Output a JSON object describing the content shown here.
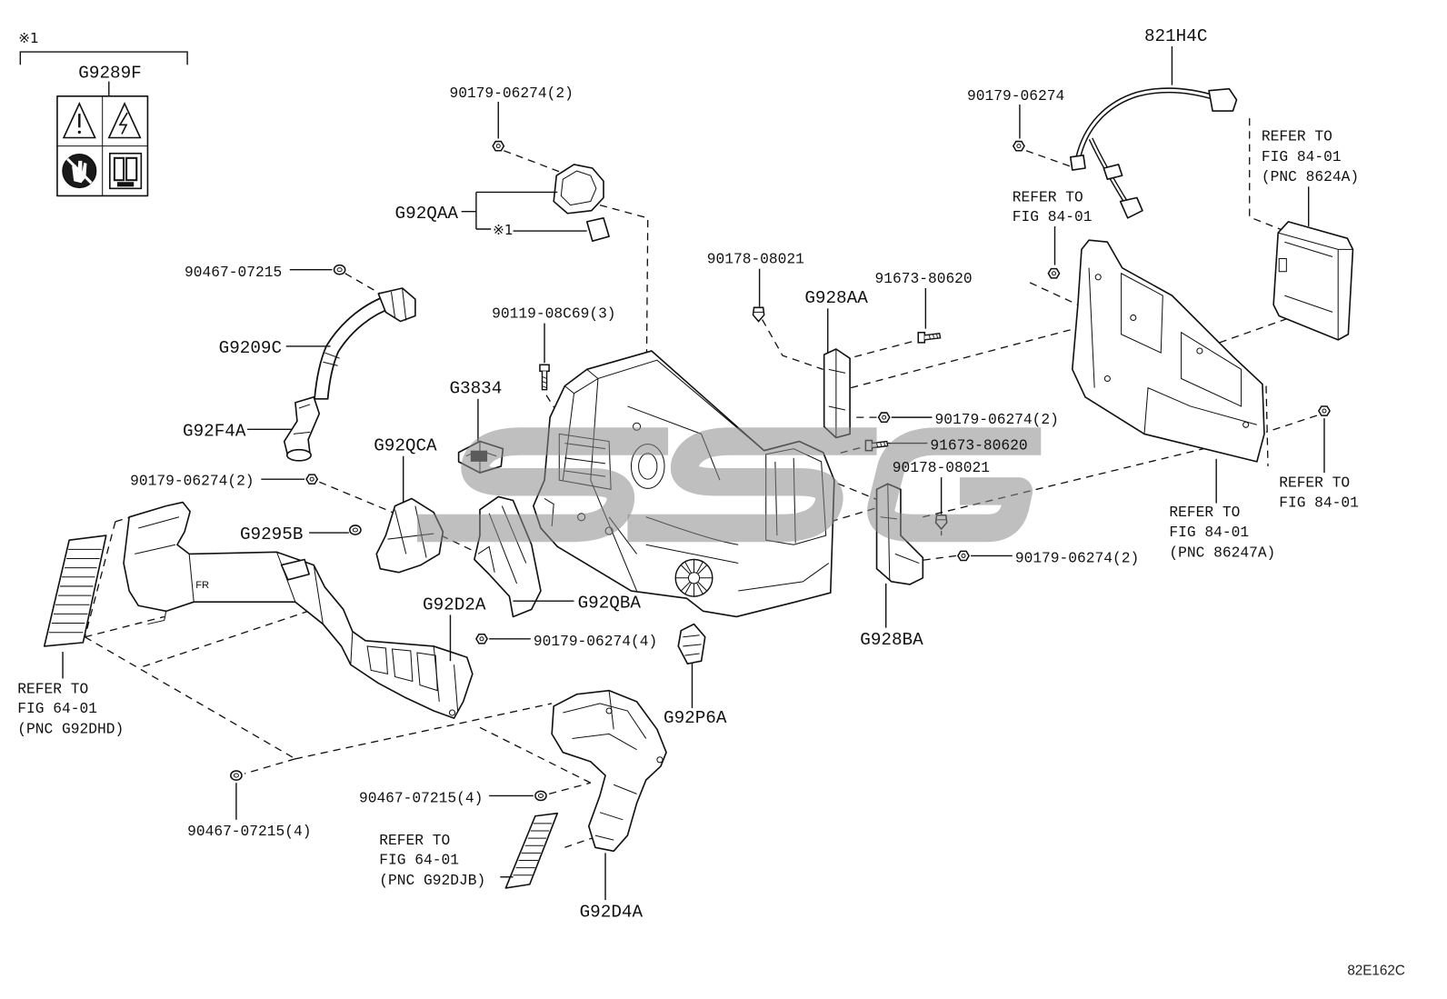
{
  "diagram_code": "82E162C",
  "note_marks": [
    "※1",
    "※1"
  ],
  "part_callouts": [
    "G9289F",
    "G92QAA",
    "G9209C",
    "G92F4A",
    "G3834",
    "G92QCA",
    "G9295B",
    "G92D2A",
    "G92QBA",
    "G92P6A",
    "G92D4A",
    "821H4C",
    "G928AA",
    "G928BA"
  ],
  "hardware_callouts": [
    "90179-06274(2)",
    "90467-07215",
    "90119-08C69(3)",
    "90179-06274(2)",
    "90179-06274(4)",
    "90467-07215(4)",
    "90467-07215(4)",
    "90179-06274",
    "90178-08021",
    "91673-80620",
    "90179-06274(2)",
    "91673-80620",
    "90178-08021",
    "90179-06274(2)"
  ],
  "references": [
    {
      "lines": [
        "REFER TO",
        "FIG 64-01",
        "(PNC G92DHD)"
      ]
    },
    {
      "lines": [
        "REFER TO",
        "FIG 64-01",
        "(PNC G92DJB)"
      ]
    },
    {
      "lines": [
        "REFER TO",
        "FIG 84-01",
        "(PNC 8624A)"
      ]
    },
    {
      "lines": [
        "REFER TO",
        "FIG 84-01"
      ]
    },
    {
      "lines": [
        "REFER TO",
        "FIG 84-01"
      ]
    },
    {
      "lines": [
        "REFER TO",
        "FIG 84-01",
        "(PNC 86247A)"
      ]
    }
  ],
  "part_markings": [
    "FR"
  ],
  "colors": {
    "line": "#111111",
    "watermark": "#8a8a8a",
    "background": "#ffffff"
  }
}
